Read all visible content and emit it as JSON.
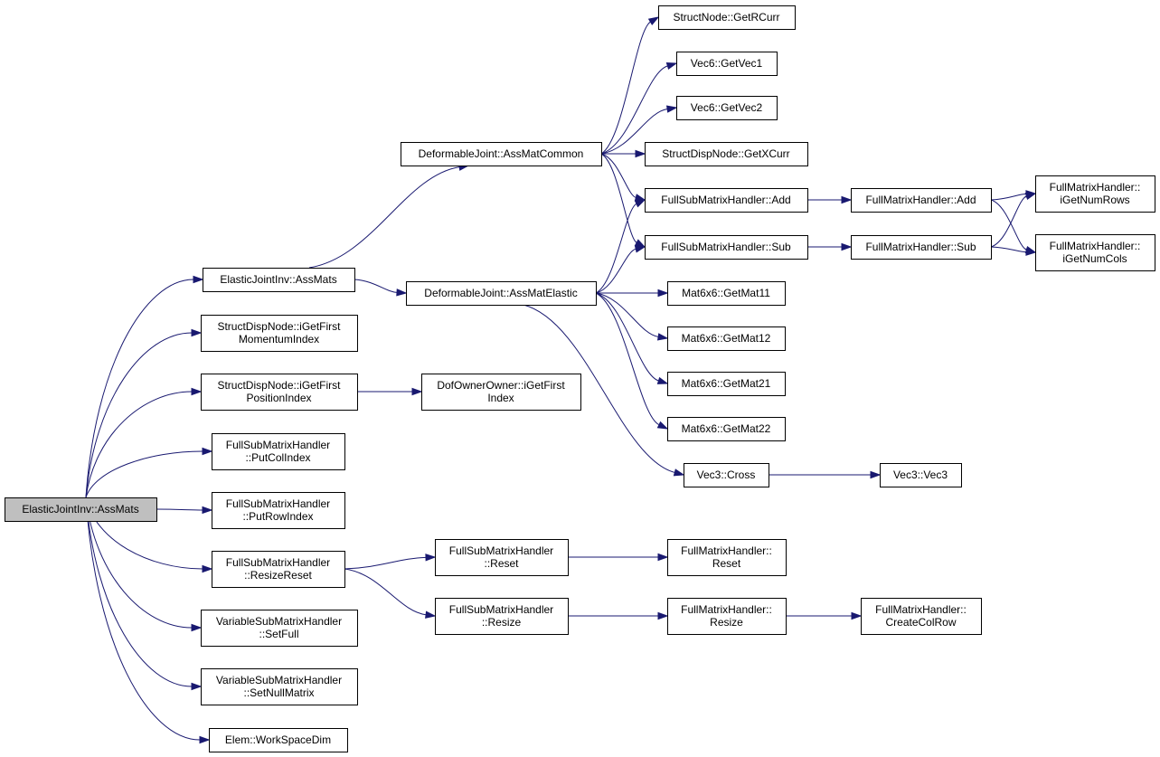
{
  "graph": {
    "root": "n0",
    "nodes": [
      {
        "id": "n0",
        "lines": [
          "ElasticJointInv::AssMats"
        ],
        "highlight": true
      },
      {
        "id": "n1",
        "lines": [
          "ElasticJointInv::AssMats"
        ]
      },
      {
        "id": "n2",
        "lines": [
          "StructDispNode::iGetFirst",
          "MomentumIndex"
        ]
      },
      {
        "id": "n3",
        "lines": [
          "StructDispNode::iGetFirst",
          "PositionIndex"
        ]
      },
      {
        "id": "n4",
        "lines": [
          "FullSubMatrixHandler",
          "::PutColIndex"
        ]
      },
      {
        "id": "n5",
        "lines": [
          "FullSubMatrixHandler",
          "::PutRowIndex"
        ]
      },
      {
        "id": "n6",
        "lines": [
          "FullSubMatrixHandler",
          "::ResizeReset"
        ]
      },
      {
        "id": "n7",
        "lines": [
          "VariableSubMatrixHandler",
          "::SetFull"
        ]
      },
      {
        "id": "n8",
        "lines": [
          "VariableSubMatrixHandler",
          "::SetNullMatrix"
        ]
      },
      {
        "id": "n9",
        "lines": [
          "Elem::WorkSpaceDim"
        ]
      },
      {
        "id": "n10",
        "lines": [
          "DeformableJoint::AssMatCommon"
        ]
      },
      {
        "id": "n11",
        "lines": [
          "DeformableJoint::AssMatElastic"
        ]
      },
      {
        "id": "n12",
        "lines": [
          "DofOwnerOwner::iGetFirst",
          "Index"
        ]
      },
      {
        "id": "n13",
        "lines": [
          "FullSubMatrixHandler",
          "::Reset"
        ]
      },
      {
        "id": "n14",
        "lines": [
          "FullSubMatrixHandler",
          "::Resize"
        ]
      },
      {
        "id": "n15",
        "lines": [
          "StructNode::GetRCurr"
        ]
      },
      {
        "id": "n16",
        "lines": [
          "Vec6::GetVec1"
        ]
      },
      {
        "id": "n17",
        "lines": [
          "Vec6::GetVec2"
        ]
      },
      {
        "id": "n18",
        "lines": [
          "StructDispNode::GetXCurr"
        ]
      },
      {
        "id": "n19",
        "lines": [
          "FullSubMatrixHandler::Add"
        ]
      },
      {
        "id": "n20",
        "lines": [
          "FullSubMatrixHandler::Sub"
        ]
      },
      {
        "id": "n21",
        "lines": [
          "Mat6x6::GetMat11"
        ]
      },
      {
        "id": "n22",
        "lines": [
          "Mat6x6::GetMat12"
        ]
      },
      {
        "id": "n23",
        "lines": [
          "Mat6x6::GetMat21"
        ]
      },
      {
        "id": "n24",
        "lines": [
          "Mat6x6::GetMat22"
        ]
      },
      {
        "id": "n25",
        "lines": [
          "Vec3::Cross"
        ]
      },
      {
        "id": "n26",
        "lines": [
          "FullMatrixHandler::",
          "Reset"
        ]
      },
      {
        "id": "n27",
        "lines": [
          "FullMatrixHandler::",
          "Resize"
        ]
      },
      {
        "id": "n28",
        "lines": [
          "FullMatrixHandler::Add"
        ]
      },
      {
        "id": "n29",
        "lines": [
          "FullMatrixHandler::Sub"
        ]
      },
      {
        "id": "n30",
        "lines": [
          "Vec3::Vec3"
        ]
      },
      {
        "id": "n31",
        "lines": [
          "FullMatrixHandler::",
          "CreateColRow"
        ]
      },
      {
        "id": "n32",
        "lines": [
          "FullMatrixHandler::",
          "iGetNumRows"
        ]
      },
      {
        "id": "n33",
        "lines": [
          "FullMatrixHandler::",
          "iGetNumCols"
        ]
      }
    ],
    "edges": [
      [
        "n0",
        "n1"
      ],
      [
        "n0",
        "n2"
      ],
      [
        "n0",
        "n3"
      ],
      [
        "n0",
        "n4"
      ],
      [
        "n0",
        "n5"
      ],
      [
        "n0",
        "n6"
      ],
      [
        "n0",
        "n7"
      ],
      [
        "n0",
        "n8"
      ],
      [
        "n0",
        "n9"
      ],
      [
        "n1",
        "n10"
      ],
      [
        "n1",
        "n11"
      ],
      [
        "n3",
        "n12"
      ],
      [
        "n6",
        "n13"
      ],
      [
        "n6",
        "n14"
      ],
      [
        "n10",
        "n15"
      ],
      [
        "n10",
        "n16"
      ],
      [
        "n10",
        "n17"
      ],
      [
        "n10",
        "n18"
      ],
      [
        "n10",
        "n19"
      ],
      [
        "n10",
        "n20"
      ],
      [
        "n11",
        "n19"
      ],
      [
        "n11",
        "n20"
      ],
      [
        "n11",
        "n21"
      ],
      [
        "n11",
        "n22"
      ],
      [
        "n11",
        "n23"
      ],
      [
        "n11",
        "n24"
      ],
      [
        "n11",
        "n25"
      ],
      [
        "n13",
        "n26"
      ],
      [
        "n14",
        "n27"
      ],
      [
        "n19",
        "n28"
      ],
      [
        "n20",
        "n29"
      ],
      [
        "n25",
        "n30"
      ],
      [
        "n27",
        "n31"
      ],
      [
        "n28",
        "n32"
      ],
      [
        "n28",
        "n33"
      ],
      [
        "n29",
        "n32"
      ],
      [
        "n29",
        "n33"
      ]
    ]
  }
}
